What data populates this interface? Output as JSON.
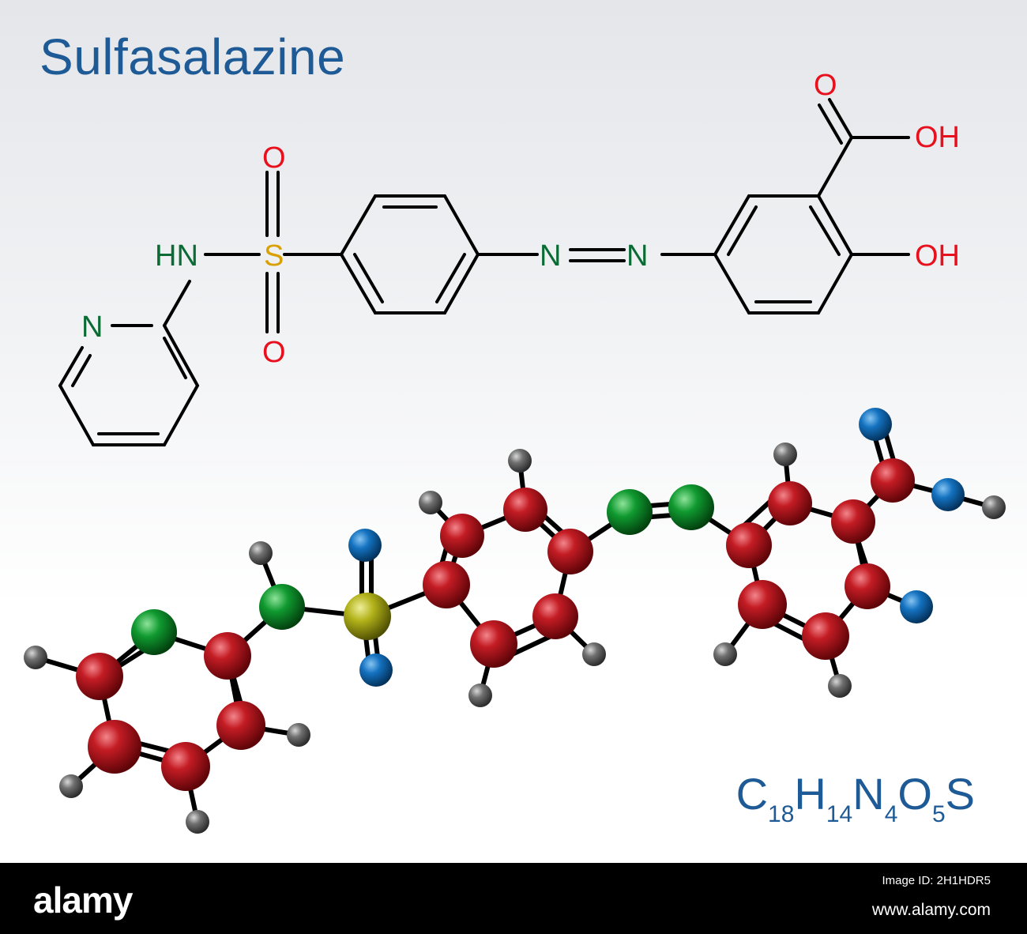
{
  "title": "Sulfasalazine",
  "formula": {
    "c": "C",
    "c_n": "18",
    "h": "H",
    "h_n": "14",
    "n": "N",
    "n_n": "4",
    "o": "O",
    "o_n": "5",
    "s": "S"
  },
  "atom_labels": {
    "o_carbonyl": "O",
    "oh_acid": "OH",
    "oh_phenol": "OH",
    "o_sulfonyl_top": "O",
    "o_sulfonyl_bottom": "O",
    "s": "S",
    "hn": "HN",
    "n_azo_1": "N",
    "n_azo_2": "N",
    "n_pyridine": "N"
  },
  "colors": {
    "title": "#1e5a95",
    "oxygen_label": "#e8101c",
    "nitrogen_label": "#0a6b35",
    "sulfur_label": "#d8a000",
    "carbon_ball": "#b01018",
    "hydrogen_ball": "#6a6a6a",
    "nitrogen_ball": "#0d8a2a",
    "oxygen_ball": "#1268b0",
    "sulfur_ball": "#a6a612",
    "bond": "#000000"
  },
  "footer": {
    "brand": "alamy",
    "image_id": "Image ID: 2H1HDR5",
    "site": "www.alamy.com"
  }
}
